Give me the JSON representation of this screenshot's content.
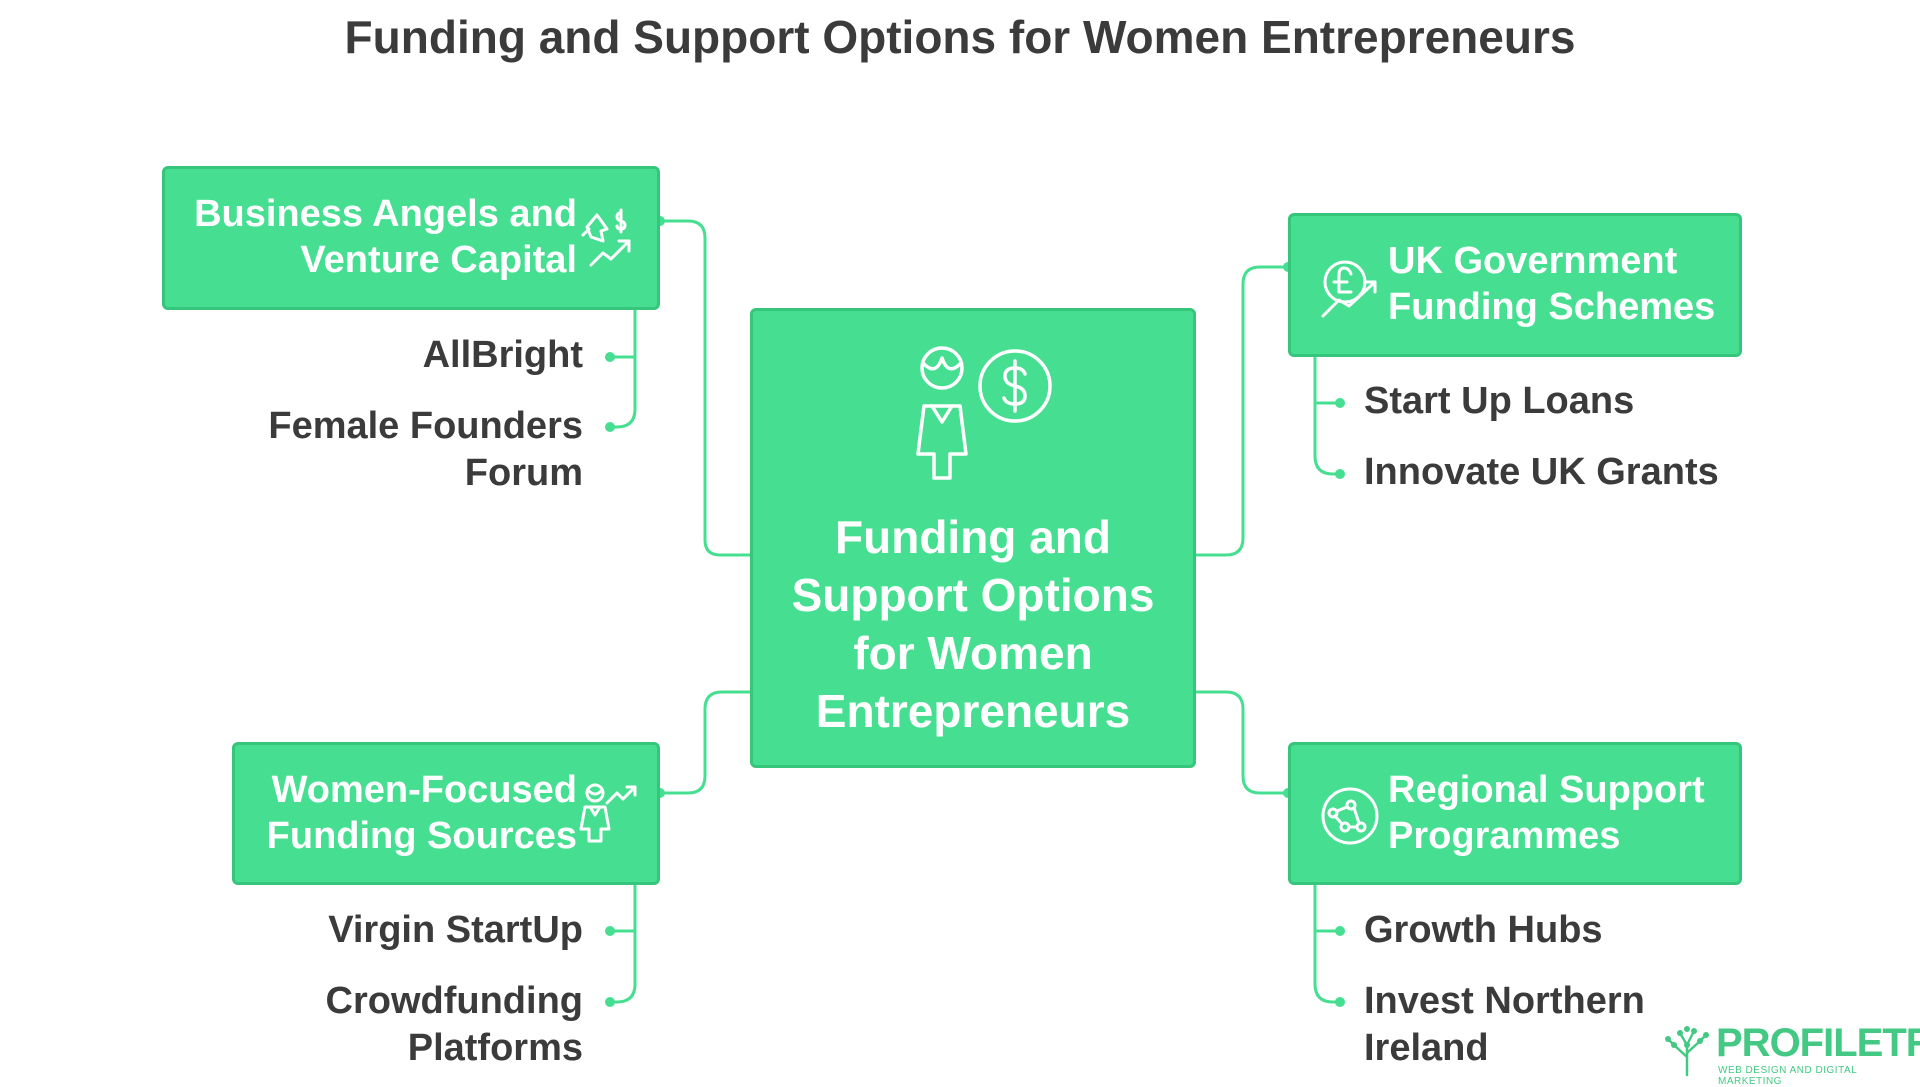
{
  "title": "Funding and Support Options for Women Entrepreneurs",
  "center": {
    "label": "Funding and Support Options for Women Entrepreneurs",
    "icons": [
      "woman-icon",
      "dollar-coin-icon"
    ]
  },
  "branches": [
    {
      "label": "Business Angels and Venture Capital",
      "icon": "angel-investor-icon",
      "items": [
        "AllBright",
        "Female Founders Forum"
      ]
    },
    {
      "label": "UK Government Funding Schemes",
      "icon": "pound-growth-icon",
      "items": [
        "Start Up Loans",
        "Innovate UK Grants"
      ]
    },
    {
      "label": "Women-Focused Funding Sources",
      "icon": "woman-growth-icon",
      "items": [
        "Virgin StartUp",
        "Crowdfunding Platforms"
      ]
    },
    {
      "label": "Regional Support Programmes",
      "icon": "regional-network-icon",
      "items": [
        "Growth Hubs",
        "Invest Northern Ireland"
      ]
    }
  ],
  "logo": {
    "name": "PROFILETREE",
    "tagline": "WEB DESIGN AND DIGITAL MARKETING",
    "icon": "tree-icon"
  },
  "colors": {
    "box_fill": "#46df91",
    "box_border": "#35c67c",
    "connector": "#46df91",
    "text_dark": "#3b3b3b",
    "text_light": "#ffffff",
    "brand": "#43c983"
  }
}
